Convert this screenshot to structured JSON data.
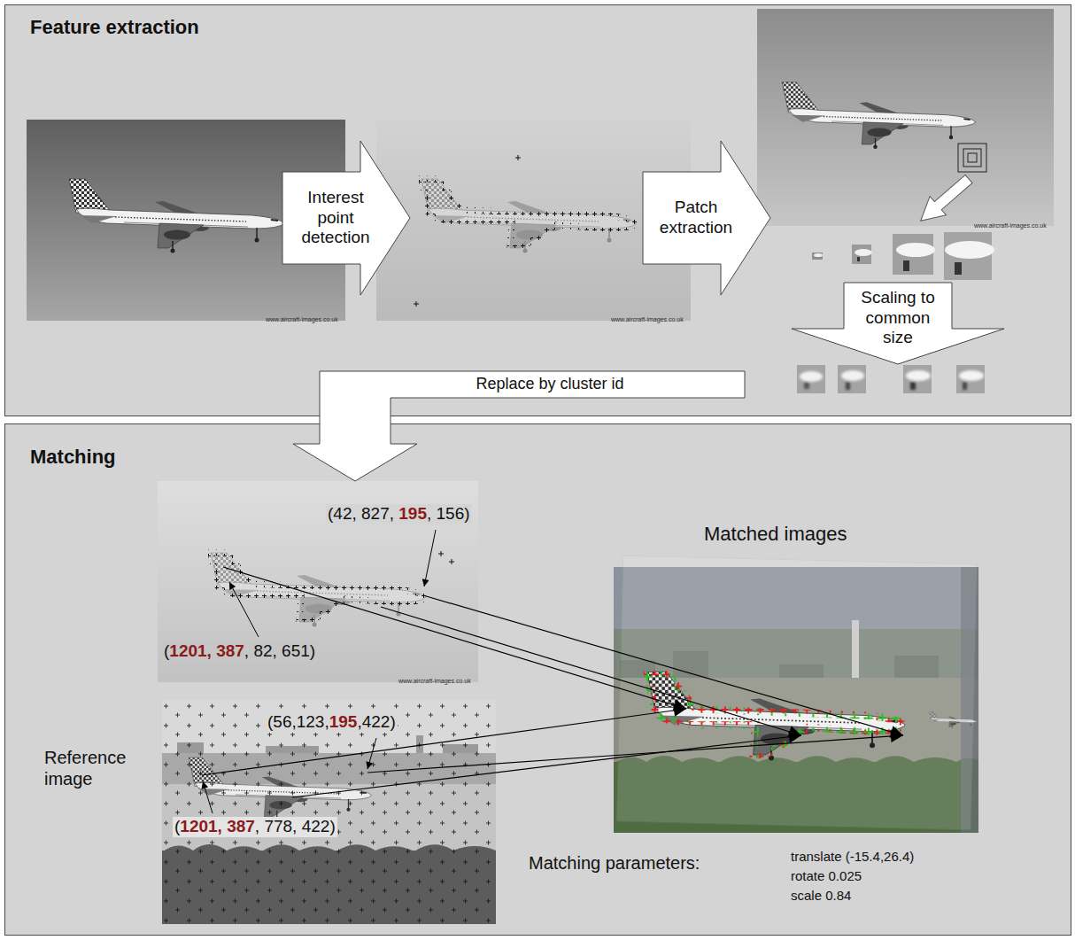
{
  "diagram": {
    "nodes": [
      {
        "text": [
          "Feature extraction"
        ]
      },
      {
        "text": [
          "Interest point detection"
        ],
        "in": 0
      },
      {
        "text": [
          "Patch extraction"
        ],
        "in": 0
      },
      {
        "text": [
          "Scaling to common size"
        ],
        "in": 0
      },
      {
        "text": [
          "Replace by cluster id"
        ],
        "in": 0
      },
      {
        "text": [
          "Matching"
        ]
      }
    ],
    "labels": [
      "(42, 827, 195, 156)",
      "(1201, 387, 82, 651)",
      "(56,123,195,422)",
      "(1201, 387, 778, 422)",
      "Reference image",
      "Matched images",
      "Matching parameters:",
      "translate (-15.4,26.4)",
      "rotate 0.025",
      "scale 0.84",
      "www.aircraft-images.co.uk",
      "www.aircraft-images.co.uk",
      "www.aircraft-images.co.uk",
      "www.aircraft-images.co.uk"
    ]
  }
}
